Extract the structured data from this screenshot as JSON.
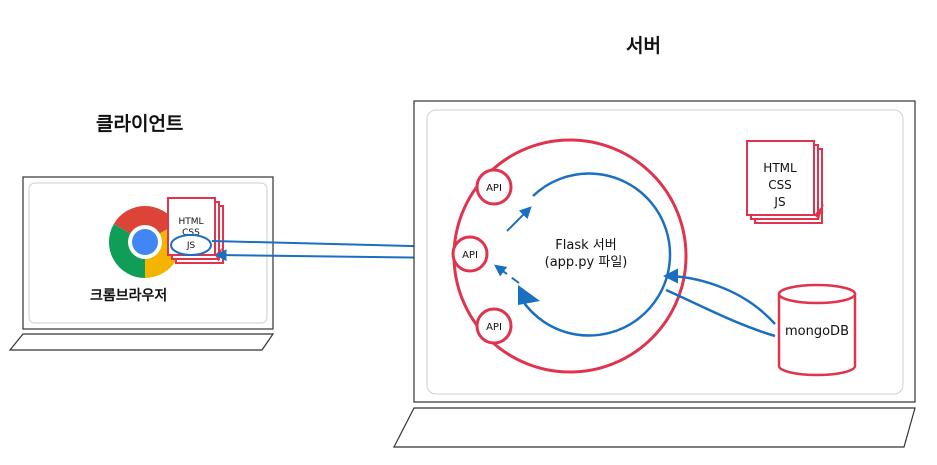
{
  "client": {
    "title": "클라이언트",
    "browser_label": "크롬브라우저",
    "file_lines": [
      "HTML",
      "CSS",
      "JS"
    ]
  },
  "server": {
    "title": "서버",
    "flask_line1": "Flask 서버",
    "flask_line2": "(app.py 파일)",
    "api_label": "API",
    "file_lines": [
      "HTML",
      "CSS",
      "JS"
    ],
    "db_label": "mongoDB"
  },
  "colors": {
    "red": "#e0344e",
    "blue": "#1a6fc1",
    "frame": "#333333",
    "panel": "#cfcfcf"
  }
}
